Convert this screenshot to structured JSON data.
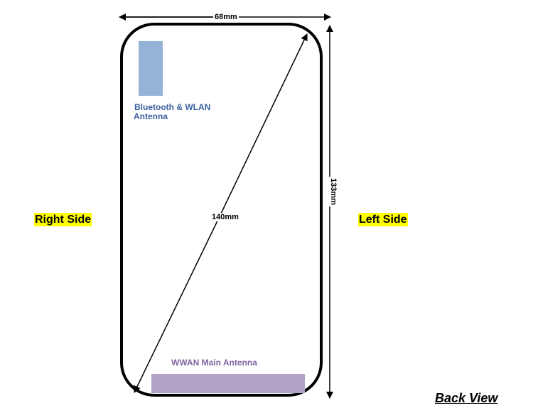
{
  "dimensions": {
    "width": "68mm",
    "height": "133mm",
    "diagonal": "140mm"
  },
  "antennas": {
    "bt_wlan": {
      "label_line1": "Bluetooth & WLAN",
      "label_line2": "Antenna",
      "color": "#95b3d7"
    },
    "wwan": {
      "label": "WWAN Main Antenna",
      "color": "#b2a1c7"
    }
  },
  "sides": {
    "right": "Right Side",
    "left": "Left Side"
  },
  "view_label": "Back View",
  "colors": {
    "highlight": "#ffff00",
    "bt_text": "#3b62a0",
    "wwan_text": "#8064a2"
  }
}
